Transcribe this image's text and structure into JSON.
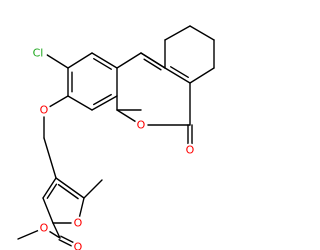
{
  "colors": {
    "bond": "#000000",
    "oxygen": "#ff0000",
    "chlorine": "#1fa81f",
    "background": "#ffffff"
  },
  "atoms": {
    "chlorine": "Cl",
    "ether_oxygen": "O",
    "lactone_ring_oxygen": "O",
    "lactone_carbonyl_oxygen": "O",
    "furan_oxygen": "O",
    "ester_ring_oxygen": "O",
    "ester_carbonyl_oxygen": "O"
  }
}
